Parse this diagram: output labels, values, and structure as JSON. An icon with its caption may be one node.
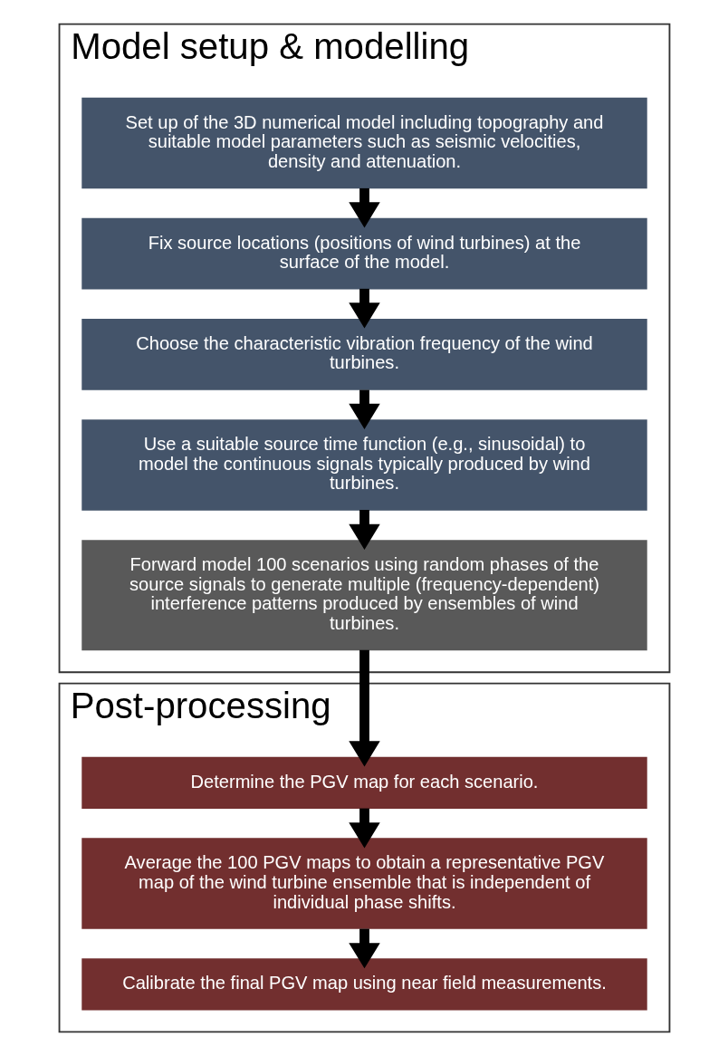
{
  "diagram": {
    "nodes": [
      {
        "text": [
          "Model setup & modelling"
        ]
      },
      {
        "text": [
          "Set up of the 3D numerical model including topography and suitable model parameters such as seismic velocities, density and attenuation."
        ],
        "in": 0
      },
      {
        "text": [
          "Fix source locations (positions of wind turbines) at the surface of the model."
        ],
        "in": 0
      },
      {
        "text": [
          "Choose the characteristic vibration frequency of the wind turbines."
        ],
        "in": 0
      },
      {
        "text": [
          "Use a suitable source time function (e.g., sinusoidal) to model the continuous signals typically produced by wind turbines."
        ],
        "in": 0
      },
      {
        "text": [
          "Forward model 100 scenarios using random phases of the source signals to generate multiple (frequency-dependent) interference patterns produced by ensembles of wind turbines."
        ],
        "in": 0
      },
      {
        "text": [
          "Post-processing"
        ]
      },
      {
        "text": [
          "Determine the PGV map for each scenario."
        ],
        "in": 6
      },
      {
        "text": [
          "Average the 100 PGV maps to obtain a representative PGV map of the wind turbine ensemble that is independent of individual phase shifts."
        ],
        "in": 6
      },
      {
        "text": [
          "Calibrate the final PGV map using near field measurements."
        ],
        "in": 6
      }
    ],
    "edges": [
      {
        "from": 1,
        "to": 2,
        "arrow": "to"
      },
      {
        "from": 2,
        "to": 3,
        "arrow": "to"
      },
      {
        "from": 3,
        "to": 4,
        "arrow": "to"
      },
      {
        "from": 4,
        "to": 5,
        "arrow": "to"
      },
      {
        "from": 5,
        "to": 7,
        "arrow": "to"
      },
      {
        "from": 7,
        "to": 8,
        "arrow": "to"
      },
      {
        "from": 8,
        "to": 9,
        "arrow": "to"
      }
    ]
  }
}
